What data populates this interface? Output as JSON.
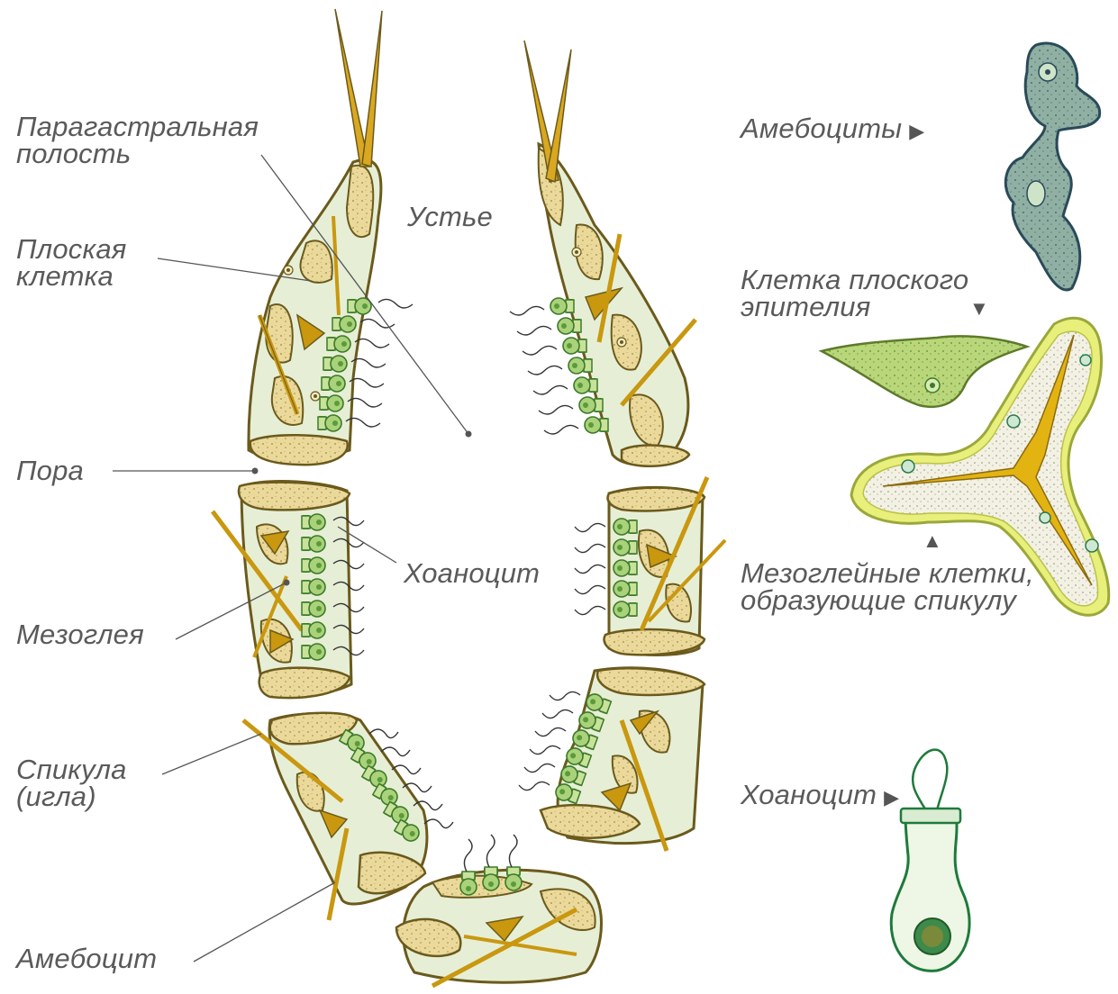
{
  "labels": {
    "paragastral": "Парагастральная полость",
    "flat_cell": "Плоская клетка",
    "osculum": "Устье",
    "pore": "Пора",
    "choanocyte_center": "Хоаноцит",
    "mesoglea": "Мезоглея",
    "spicule": "Спикула (игла)",
    "amebocyte": "Амебоцит"
  },
  "insets": {
    "amebocytes": "Амебоциты",
    "flat_epithelium_cell": "Клетка плоского эпителия",
    "mesoglea_cells": "Мезоглейные клетки, образующие спикулу",
    "choanocyte": "Хоаноцит"
  },
  "arrow_glyphs": {
    "right": "▶",
    "down": "▼",
    "up": "▲"
  },
  "colors": {
    "cell_fill": "#ead99a",
    "cell_stroke": "#6b5a1c",
    "mesoglea": "#e6efd6",
    "choanocyte_green": "#a9d27a",
    "choanocyte_stroke": "#3d7a2a",
    "spicule": "#c9980f",
    "amebocyte_blue": "#8fb0a2",
    "amebocyte_stroke": "#2a4a5a",
    "label_text": "#5a5a5a"
  }
}
